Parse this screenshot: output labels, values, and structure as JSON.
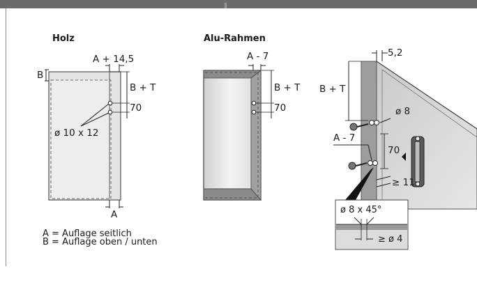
{
  "panels": {
    "holz": {
      "title": "Holz",
      "dim_top": "A + 14,5",
      "dim_b": "B",
      "dim_bt": "B + T",
      "dim_70": "70",
      "drill": "ø 10 x 12",
      "dim_a": "A"
    },
    "alu": {
      "title": "Alu-Rahmen",
      "dim_top": "A - 7",
      "dim_bt": "B + T",
      "dim_70": "70"
    },
    "mount": {
      "dim_52": "5,2",
      "dim_bt": "B + T",
      "dim_o8": "ø 8",
      "dim_a7": "A - 7",
      "dim_70": "70",
      "dim_11": "≥ 11",
      "detail_top": "ø 8 x 45°",
      "detail_bottom": "≥ ø 4"
    }
  },
  "legend": {
    "line_a": "A = Auflage seitlich",
    "line_b": "B = Auflage oben / unten"
  }
}
